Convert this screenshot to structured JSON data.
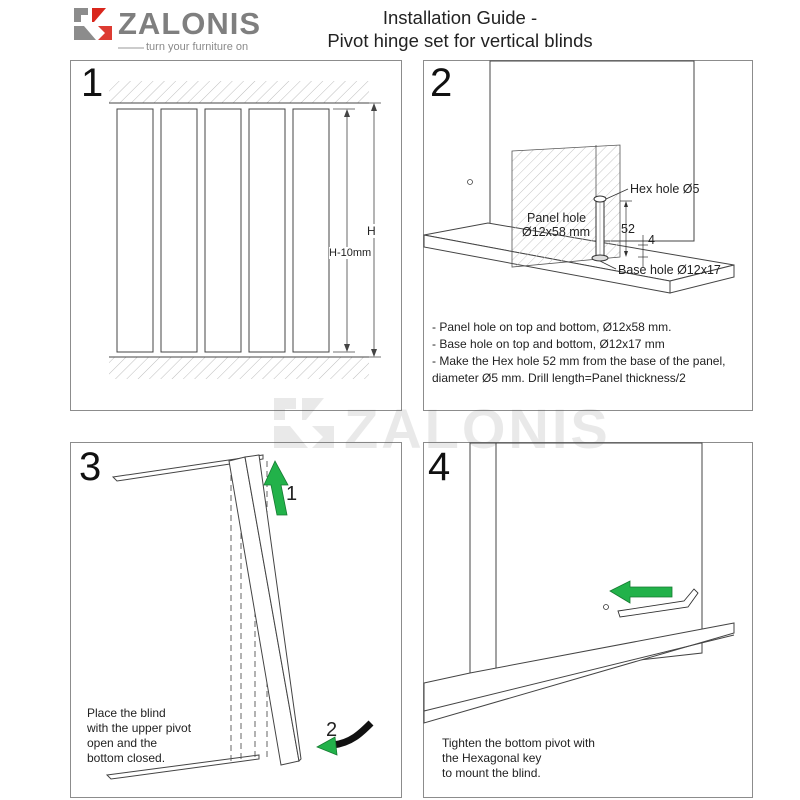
{
  "brand": {
    "name": "ZALONIS",
    "tagline": "turn your furniture on",
    "watermark": "ZALONIS",
    "colors": {
      "logo_red": "#d9261c",
      "logo_gray": "#8c8c8c",
      "arrow_green": "#22b24a"
    }
  },
  "header": {
    "title_line1": "Installation Guide -",
    "title_line2": "Pivot hinge set for vertical blinds"
  },
  "step1": {
    "number": "1",
    "label_h": "H",
    "label_h10": "H-10mm"
  },
  "step2": {
    "number": "2",
    "hex_hole": "Hex hole Ø5",
    "panel_hole_line1": "Panel hole",
    "panel_hole_line2": "Ø12x58 mm",
    "dim_52": "52",
    "dim_4": "4",
    "base_hole": "Base hole Ø12x17",
    "notes": [
      "- Panel hole on top and bottom, Ø12x58 mm.",
      "- Base hole on top and bottom, Ø12x17 mm",
      "- Make the Hex hole 52 mm from the base of the panel,",
      "diameter Ø5 mm. Drill length=Panel thickness/2"
    ]
  },
  "step3": {
    "number": "3",
    "arrow1_label": "1",
    "arrow2_label": "2",
    "text": [
      "Place the blind",
      "with the upper pivot",
      "open and the",
      "bottom closed."
    ]
  },
  "step4": {
    "number": "4",
    "text": [
      "Tighten the bottom pivot with",
      "the Hexagonal key",
      "to mount the blind."
    ]
  }
}
